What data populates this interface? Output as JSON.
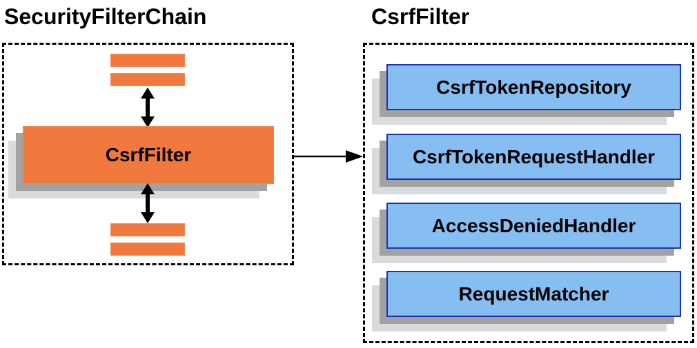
{
  "diagram": {
    "left_panel": {
      "title": "SecurityFilterChain",
      "csrf_filter_label": "CsrfFilter",
      "placeholder_bar_count": 4
    },
    "right_panel": {
      "title": "CsrfFilter",
      "components": [
        "CsrfTokenRepository",
        "CsrfTokenRequestHandler",
        "AccessDeniedHandler",
        "RequestMatcher"
      ]
    },
    "colors": {
      "orange_fill": "#F1793D",
      "orange_border": "#ED885A",
      "blue_fill": "#87BEF2",
      "blue_border": "#1C31B5",
      "shadow_dark": "#A2A2A2",
      "shadow_light": "#DBDBDB",
      "line": "#000000"
    }
  }
}
